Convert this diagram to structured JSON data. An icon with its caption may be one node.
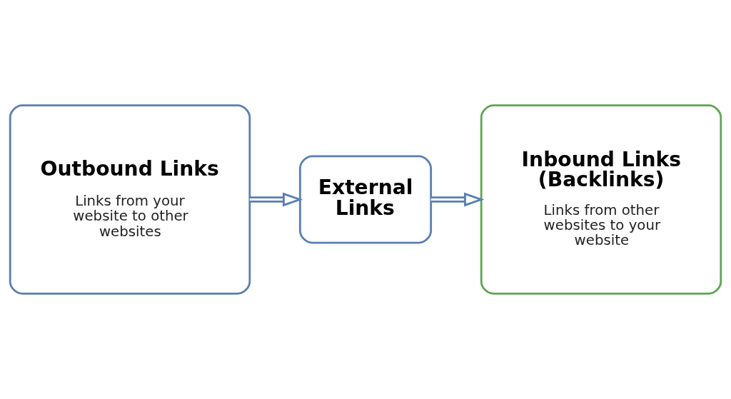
{
  "diagram": {
    "nodes": [
      {
        "text": [
          "Outbound Links",
          "Links from your website to other websites"
        ]
      },
      {
        "text": [
          "External Links"
        ]
      },
      {
        "text": [
          "Inbound Links (Backlinks)",
          "Links from other websites to your website"
        ]
      }
    ],
    "edges": [
      {
        "from": 0,
        "to": 1,
        "arrow": "to"
      },
      {
        "from": 1,
        "to": 2,
        "arrow": "to"
      }
    ]
  }
}
